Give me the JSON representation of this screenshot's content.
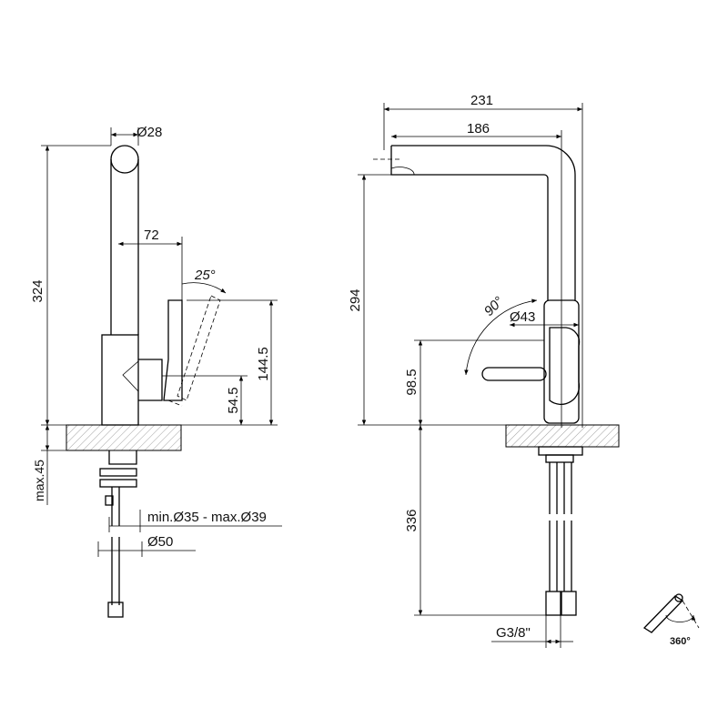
{
  "dimensions": {
    "left_total_height": "324",
    "left_spout_diameter": "Ø28",
    "left_handle_offset": "72",
    "left_handle_angle": "25°",
    "left_lever_height": "144.5",
    "left_handle_base": "54.5",
    "left_max_thickness": "max.45",
    "left_hole_range": "min.Ø35 - max.Ø39",
    "left_base_diameter": "Ø50",
    "right_total_reach": "231",
    "right_spout_reach": "186",
    "right_spout_height": "294",
    "right_lever_angle": "90°",
    "right_body_diameter": "Ø43",
    "right_lever_height": "98.5",
    "right_hose_length": "336",
    "right_thread": "G3/8\"",
    "rotation": "360°"
  }
}
